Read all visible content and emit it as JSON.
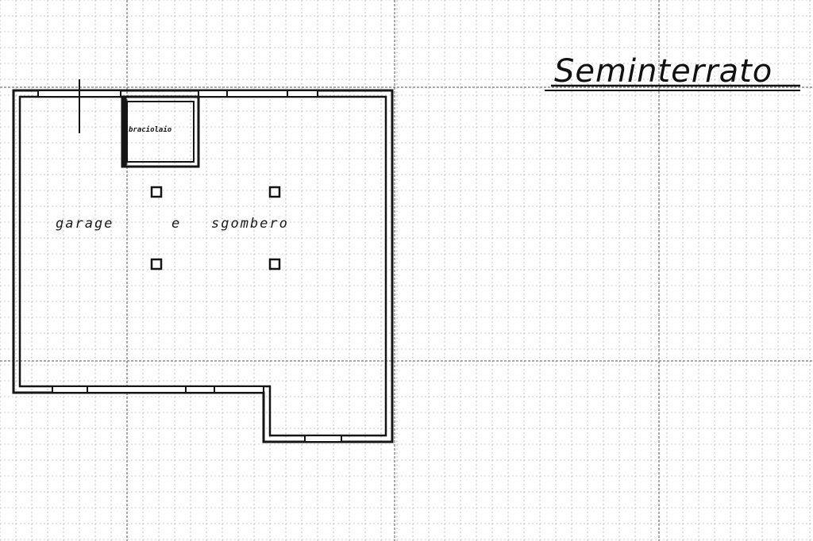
{
  "title": "Seminterrato",
  "rooms": {
    "main_label_1": "garage",
    "main_label_2": "e",
    "main_label_3": "sgombero",
    "small_room": "braciolaio"
  },
  "colors": {
    "paper": "#ffffff",
    "ink": "#151515",
    "grid": "#9a9a9a"
  }
}
